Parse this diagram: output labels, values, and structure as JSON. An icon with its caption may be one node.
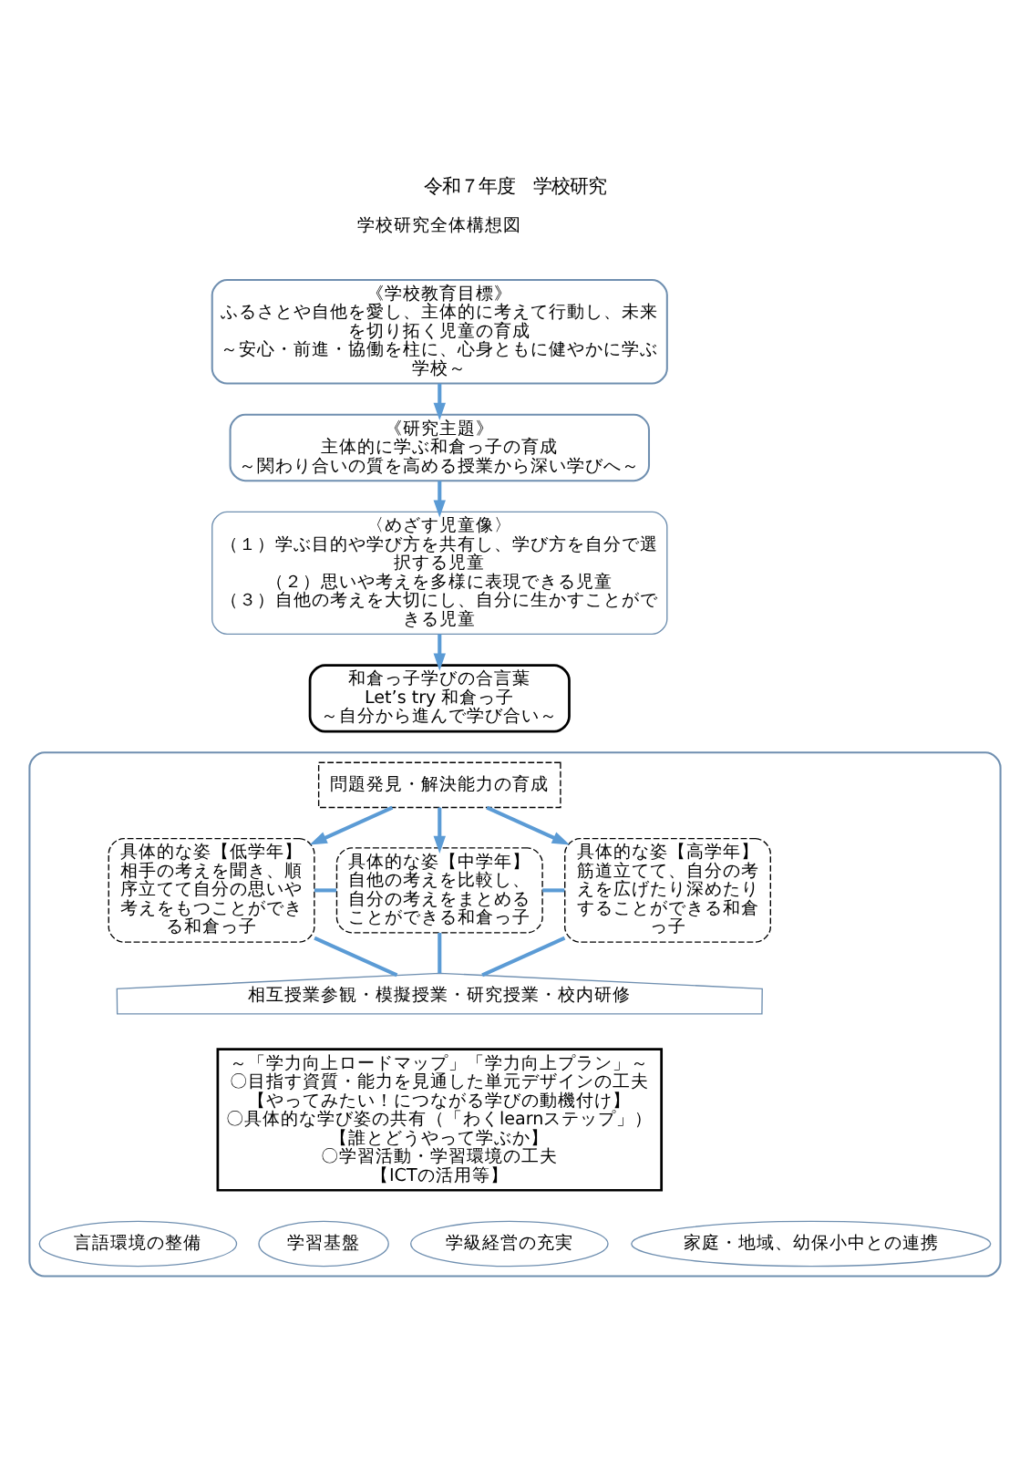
{
  "diagram": {
    "title": "令和７年度　学校研究",
    "nodes": [
      {
        "text": [
          "《学校教育目標》",
          "ふるさとや自他を愛し、主体的に考えて行動し、未来を切り拓く児童の育成",
          "～安心・前進・協働を柱に、心身ともに健やかに学ぶ学校～"
        ]
      },
      {
        "text": [
          "《研究主題》",
          "主体的に学ぶ和倉っ子の育成",
          "～関わり合いの質を高める授業から深い学びへ～"
        ]
      },
      {
        "text": [
          "〈めざす児童像〉",
          "（１）学ぶ目的や学び方を共有し、学び方を自分で選択する児童",
          "（２）思いや考えを多様に表現できる児童",
          "（３）自他の考えを大切にし、自分に生かすことができる児童"
        ]
      },
      {
        "text": [
          "和倉っ子学びの合言葉",
          "Let’s try 和倉っ子",
          "～自分から進んで学び合い～"
        ]
      },
      {
        "text": [],
        "shape": "box"
      },
      {
        "text": [
          "問題発見・解決能力の育成"
        ],
        "in": 4
      },
      {
        "text": [
          "具体的な姿【低学年】",
          "相手の考えを聞き、順序立てて自分の思いや考えをもつことができる和倉っ子"
        ],
        "in": 4
      },
      {
        "text": [
          "具体的な姿【中学年】",
          "自他の考えを比較し、自分の考えをまとめることができる和倉っ子"
        ],
        "in": 4
      },
      {
        "text": [
          "具体的な姿【高学年】",
          "筋道立てて、自分の考えを広げたり深めたりすることができる和倉っ子"
        ],
        "in": 4
      },
      {
        "text": [
          "相互授業参観・模擬授業・研究授業・校内研修"
        ],
        "in": 4
      },
      {
        "text": [
          "～「学力向上ロードマップ」「学力向上プラン」～",
          "〇目指す資質・能力を見通した単元デザインの工夫",
          "【やってみたい！につながる学びの動機付け】",
          "〇具体的な学び姿の共有（「わくlearnステップ」）",
          "【誰とどうやって学ぶか】",
          "〇学習活動・学習環境の工夫",
          "【ICTの活用等】"
        ],
        "in": 4
      },
      {
        "text": [
          "言語環境の整備"
        ],
        "in": 4
      },
      {
        "text": [
          "学習基盤"
        ],
        "in": 4
      },
      {
        "text": [
          "学級経営の充実"
        ],
        "in": 4
      },
      {
        "text": [
          "家庭・地域、幼保小中との連携"
        ],
        "in": 4
      }
    ],
    "edges": [
      {
        "from": 0,
        "to": 1,
        "arrow": "to"
      },
      {
        "from": 1,
        "to": 2,
        "arrow": "to"
      },
      {
        "from": 2,
        "to": 3,
        "arrow": "to"
      },
      {
        "from": 5,
        "to": 6,
        "arrow": "to"
      },
      {
        "from": 5,
        "to": 7,
        "arrow": "to"
      },
      {
        "from": 5,
        "to": 8,
        "arrow": "to"
      },
      {
        "from": 6,
        "to": 7,
        "arrow": "none"
      },
      {
        "from": 7,
        "to": 8,
        "arrow": "none"
      },
      {
        "from": 6,
        "to": 9,
        "arrow": "none"
      },
      {
        "from": 7,
        "to": 9,
        "arrow": "none"
      },
      {
        "from": 8,
        "to": 9,
        "arrow": "none"
      }
    ],
    "labels": [
      "学校研究全体構想図"
    ]
  }
}
